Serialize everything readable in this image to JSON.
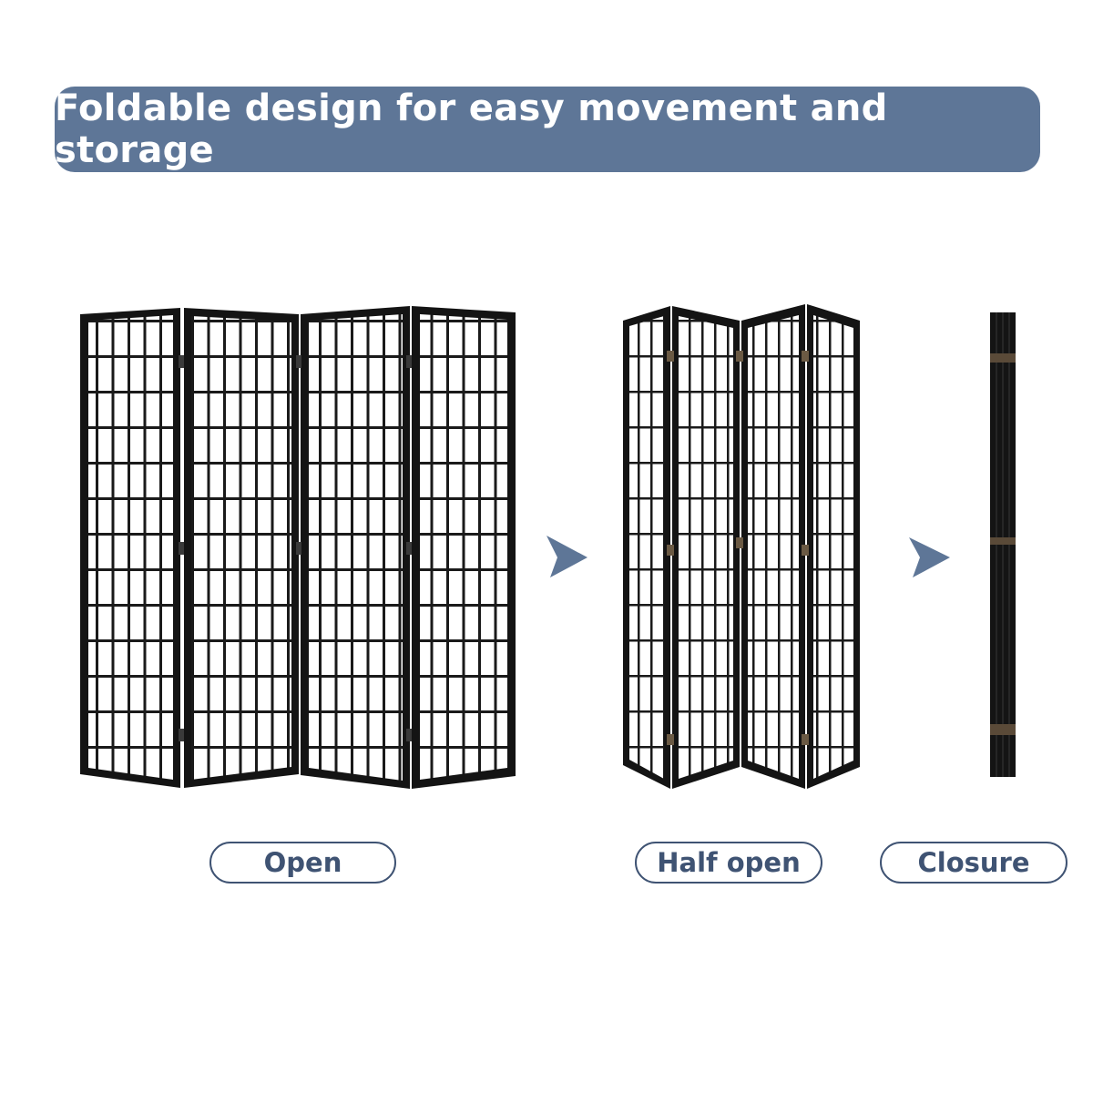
{
  "banner": {
    "title": "Foldable design for easy movement and storage",
    "color": "#5e7697"
  },
  "arrow_color": "#5e7697",
  "frame_color": "#141414",
  "states": [
    {
      "label": "Open"
    },
    {
      "label": "Half open"
    },
    {
      "label": "Closure"
    }
  ]
}
